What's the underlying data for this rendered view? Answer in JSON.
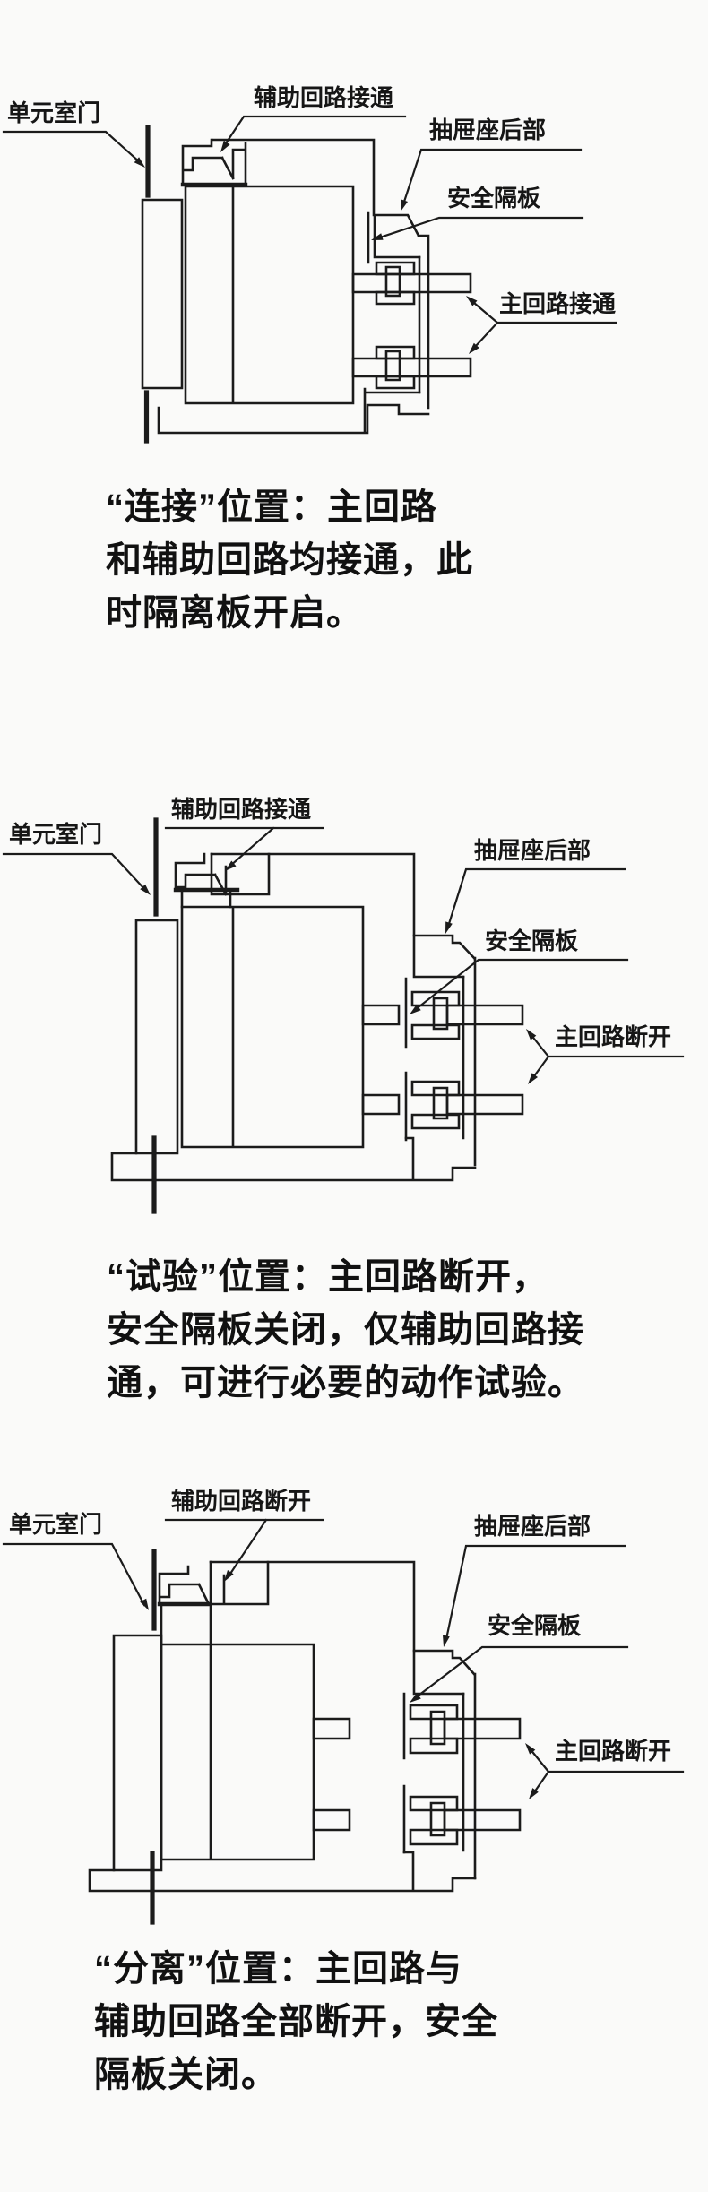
{
  "colors": {
    "background": "#fafaf9",
    "ink": "#1b1b1b"
  },
  "diagrams": [
    {
      "name": "connected-position",
      "labels": {
        "door": "单元室门",
        "aux_circuit": "辅助回路接通",
        "drawer_seat": "抽屉座后部",
        "safety_shutter": "安全隔板",
        "main_circuit": "主回路接通"
      },
      "caption": {
        "line1": "“连接”位置：主回路",
        "line2": "和辅助回路均接通，此",
        "line3": "时隔离板开启。"
      }
    },
    {
      "name": "test-position",
      "labels": {
        "door": "单元室门",
        "aux_circuit": "辅助回路接通",
        "drawer_seat": "抽屉座后部",
        "safety_shutter": "安全隔板",
        "main_circuit": "主回路断开"
      },
      "caption": {
        "line1": "“试验”位置：主回路断开，",
        "line2": "安全隔板关闭，仅辅助回路接",
        "line3": "通，可进行必要的动作试验。"
      }
    },
    {
      "name": "separated-position",
      "labels": {
        "door": "单元室门",
        "aux_circuit": "辅助回路断开",
        "drawer_seat": "抽屉座后部",
        "safety_shutter": "安全隔板",
        "main_circuit": "主回路断开"
      },
      "caption": {
        "line1": "“分离”位置：主回路与",
        "line2": "辅助回路全部断开，安全",
        "line3": "隔板关闭。"
      }
    }
  ]
}
